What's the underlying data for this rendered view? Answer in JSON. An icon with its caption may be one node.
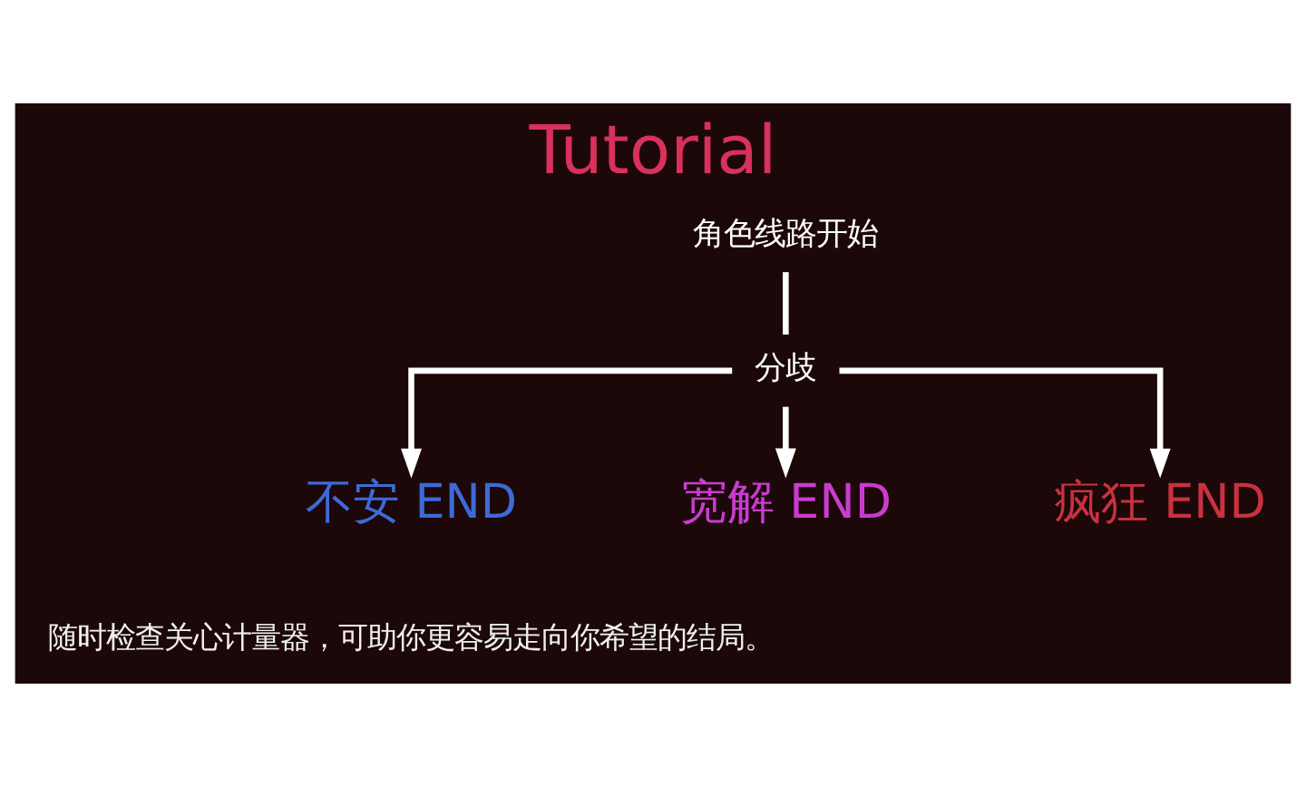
{
  "diagram": {
    "title": "Tutorial",
    "nodes": [
      {
        "text": [
          "角色线路开始"
        ]
      },
      {
        "text": [
          "分歧"
        ]
      },
      {
        "text": [
          "不安 END"
        ]
      },
      {
        "text": [
          "宽解 END"
        ]
      },
      {
        "text": [
          "疯狂 END"
        ]
      }
    ],
    "edges": [
      {
        "from": 0,
        "to": 1,
        "arrow": "none"
      },
      {
        "from": 1,
        "to": 2,
        "arrow": "to"
      },
      {
        "from": 1,
        "to": 3,
        "arrow": "to"
      },
      {
        "from": 1,
        "to": 4,
        "arrow": "to"
      }
    ],
    "labels": [
      "随时检查关心计量器，可助你更容易走向你希望的结局。"
    ]
  }
}
